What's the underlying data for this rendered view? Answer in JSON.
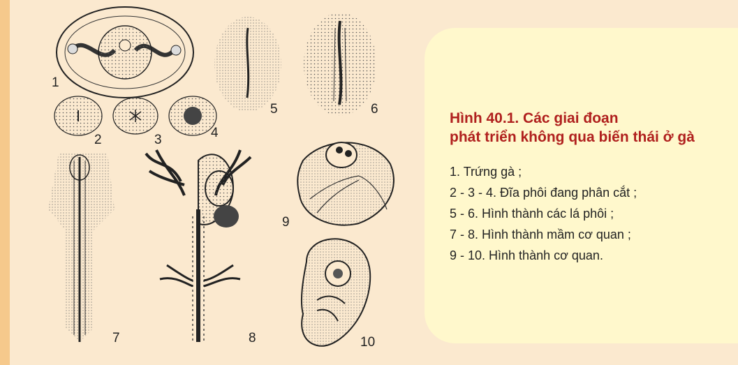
{
  "figure": {
    "stage_labels": [
      "1",
      "2",
      "3",
      "4",
      "5",
      "6",
      "7",
      "8",
      "9",
      "10"
    ]
  },
  "caption": {
    "title_line1": "Hình 40.1. Các giai đoạn",
    "title_line2": "phát triển không qua biến thái ở gà",
    "items": [
      "1. Trứng gà ;",
      "2 - 3 - 4. Đĩa phôi đang phân cắt ;",
      "5 - 6. Hình thành các lá phôi ;",
      "7 - 8. Hình thành mầm cơ quan ;",
      "9 - 10. Hình thành cơ quan."
    ]
  },
  "colors": {
    "background": "#fbe9cf",
    "left_stripe": "#f6c98c",
    "caption_box": "#fff8cc",
    "caption_title": "#b0201e",
    "ink": "#222222"
  }
}
